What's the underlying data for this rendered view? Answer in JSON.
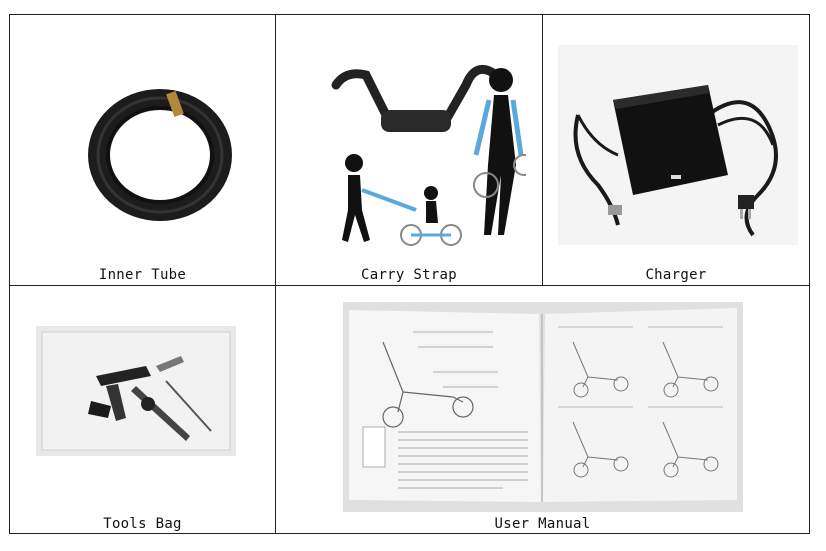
{
  "items": [
    {
      "label": "Inner Tube",
      "icon": "inner-tube-icon"
    },
    {
      "label": "Carry Strap",
      "icon": "carry-strap-icon"
    },
    {
      "label": "Charger",
      "icon": "charger-icon"
    },
    {
      "label": "Tools Bag",
      "icon": "tools-bag-icon"
    },
    {
      "label": "User Manual",
      "icon": "user-manual-icon"
    }
  ],
  "colors": {
    "border": "#222222",
    "strap_blue": "#5ba8dc"
  }
}
